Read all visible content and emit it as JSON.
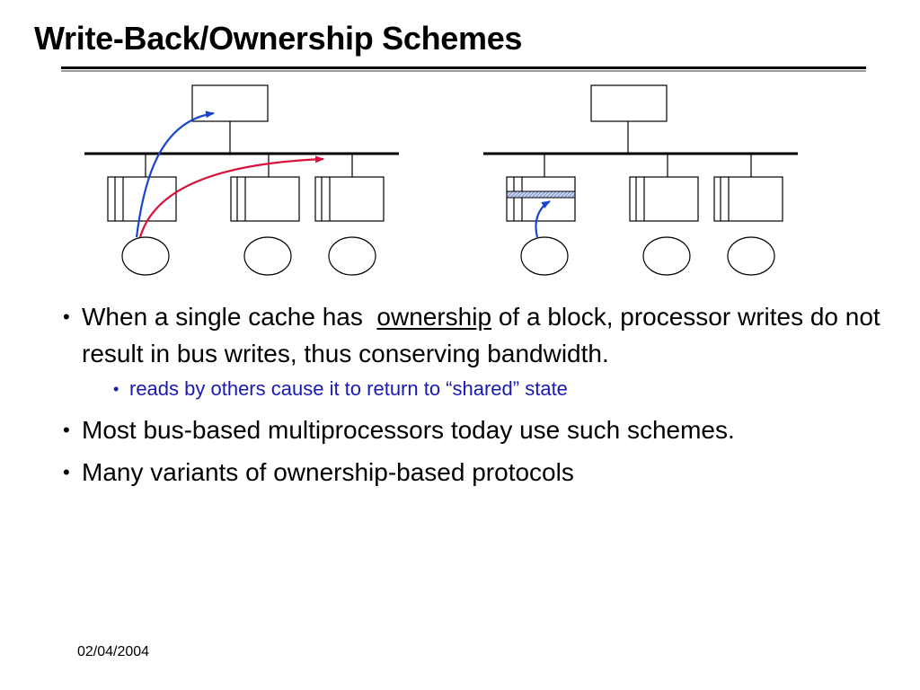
{
  "slide": {
    "title": "Write-Back/Ownership Schemes",
    "bullets": [
      {
        "marker": "•",
        "text_before": "When a single cache has",
        "emphasis": "ownership",
        "text_after": "of a block, processor writes do not result in bus writes, thus conserving bandwidth."
      },
      {
        "marker": "•",
        "text": "Most bus-based multiprocessors today use such schemes."
      },
      {
        "marker": "•",
        "text": "Many variants of ownership-based protocols"
      }
    ],
    "sub_bullet": {
      "marker": "•",
      "text": "reads by others cause it to return to “shared” state"
    },
    "footer_date": "02/04/2004"
  },
  "colors": {
    "arrow_to_memory": "#1a45d0",
    "arrow_to_cache": "#d8103a",
    "sub_bullet_text": "#1a1ab0",
    "owned_block_fill": "#9fb3dc"
  }
}
